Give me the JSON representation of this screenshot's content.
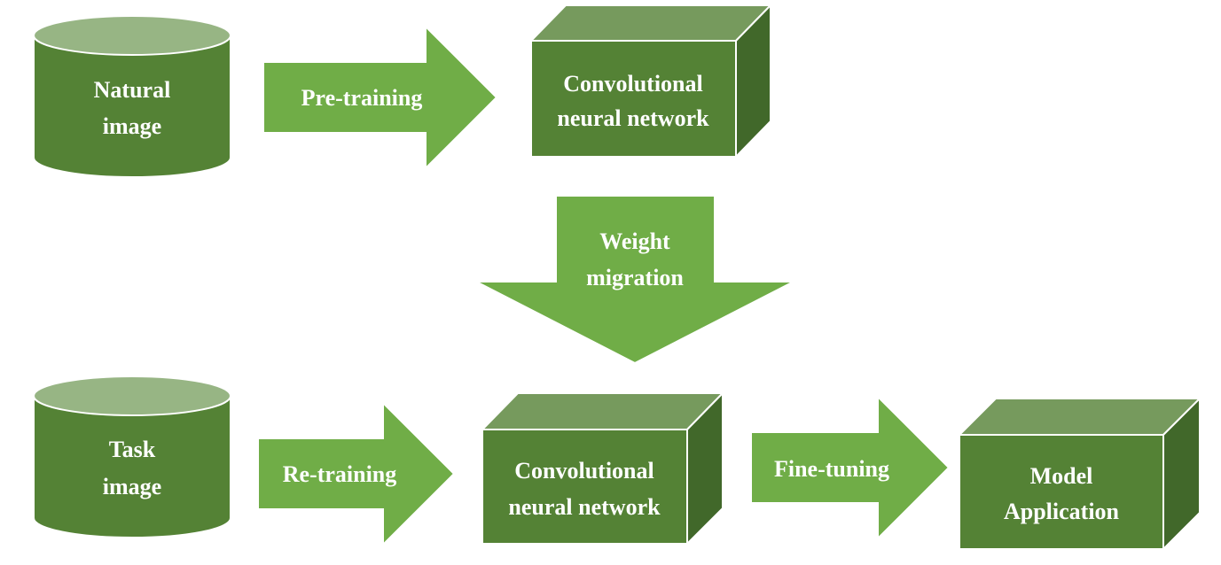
{
  "colors": {
    "node_front": "#548235",
    "node_top": "#769a5d",
    "node_side": "#41682a",
    "cylinder_top": "#97b584",
    "arrow": "#70ad47",
    "stroke": "#ffffff",
    "text": "#ffffff"
  },
  "nodes": {
    "natural_image": {
      "line1": "Natural",
      "line2": "image"
    },
    "task_image": {
      "line1": "Task",
      "line2": "image"
    },
    "cnn_pretrain": {
      "line1": "Convolutional",
      "line2": "neural network"
    },
    "cnn_retrain": {
      "line1": "Convolutional",
      "line2": "neural network"
    },
    "model_application": {
      "line1": "Model",
      "line2": "Application"
    }
  },
  "arrows": {
    "pre_training": "Pre-training",
    "weight_migration_line1": "Weight",
    "weight_migration_line2": "migration",
    "re_training": "Re-training",
    "fine_tuning": "Fine-tuning"
  }
}
